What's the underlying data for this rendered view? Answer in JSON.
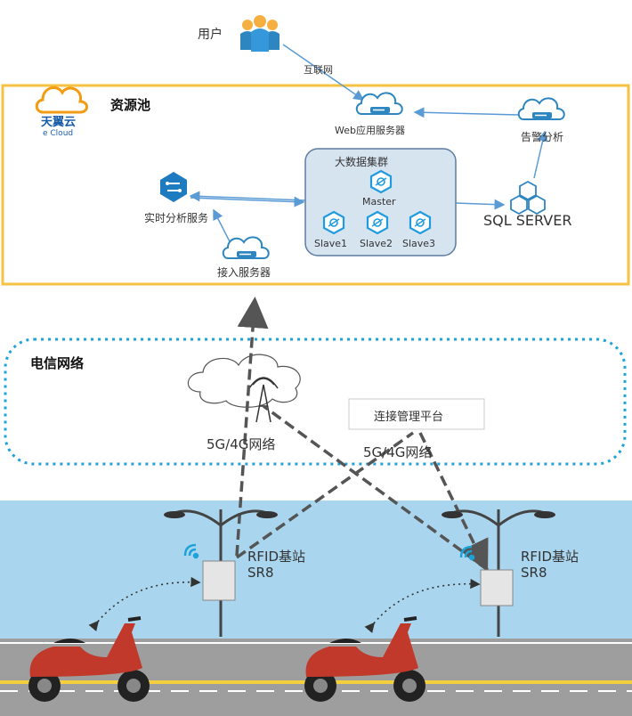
{
  "user": {
    "label": "用户"
  },
  "internet": {
    "label": "互联网"
  },
  "resource_pool": {
    "title": "资源池",
    "brand": {
      "name": "天翼云",
      "sub": "e Cloud"
    },
    "web_server": "Web应用服务器",
    "alarm": "告警分析",
    "cluster": {
      "title": "大数据集群",
      "master": "Master",
      "slaves": [
        "Slave1",
        "Slave2",
        "Slave3"
      ]
    },
    "realtime": "实时分析服务",
    "access_server": "接入服务器",
    "sql_server": "SQL SERVER"
  },
  "telecom": {
    "title": "电信网络",
    "network_left": "5G/4G网络",
    "network_right": "5G/4G网络",
    "platform": "连接管理平台"
  },
  "street": {
    "stations": [
      {
        "name": "RFID基站",
        "model": "SR8"
      },
      {
        "name": "RFID基站",
        "model": "SR8"
      }
    ]
  },
  "colors": {
    "pool_border": "#F5C242",
    "telecom_border": "#1CA3D9",
    "sky": "#A9D6EE",
    "road": "#9A9A9A",
    "lane": "#F4D03F",
    "arrow": "#5B9BD5",
    "dash": "#555555"
  }
}
